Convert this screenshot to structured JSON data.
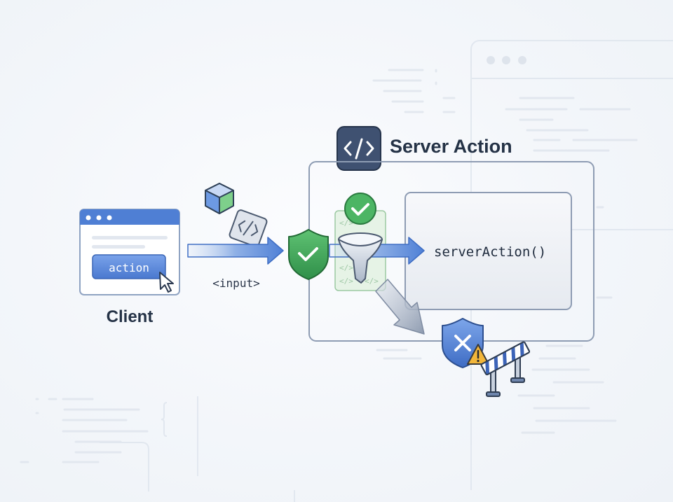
{
  "server": {
    "title": "Server Action",
    "code_icon": "code-brackets-icon",
    "function_label": "serverAction()"
  },
  "client": {
    "title": "Client",
    "button_label": "action",
    "cursor_icon": "mouse-pointer-icon"
  },
  "flow": {
    "input_label": "<input>",
    "payload_icons": [
      "cube-icon",
      "code-file-icon"
    ],
    "validate_icon": "shield-check-icon",
    "filter_icon": "funnel-icon",
    "passed_icon": "check-circle-icon",
    "rejected_icon": "shield-x-icon",
    "warning_icon": "warning-triangle-icon",
    "blocked_icon": "road-barrier-icon",
    "filter_code_tokens": [
      "</>",
      "</>",
      "</>",
      "</>"
    ]
  },
  "colors": {
    "accent": "#4a7bd0",
    "success": "#3fae5c",
    "warning": "#f2b63a",
    "server_badge": "#3f5171",
    "text_dark": "#243246"
  }
}
